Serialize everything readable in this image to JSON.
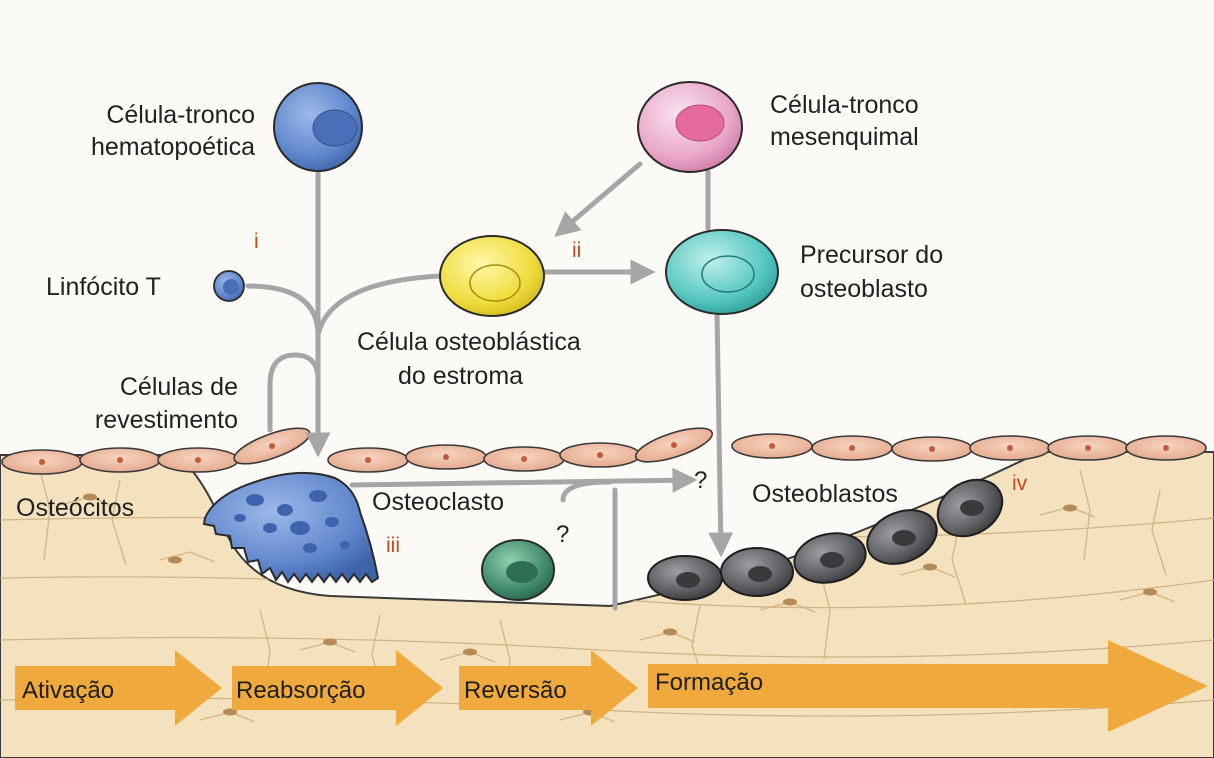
{
  "labels": {
    "hsc_line1": "Célula-tronco",
    "hsc_line2": "hematopoética",
    "msc_line1": "Célula-tronco",
    "msc_line2": "mesenquimal",
    "tcell": "Linfócito T",
    "stromal_line1": "Célula osteoblástica",
    "stromal_line2": "do estroma",
    "precursor_line1": "Precursor do",
    "precursor_line2": "osteoblasto",
    "lining_line1": "Células de",
    "lining_line2": "revestimento",
    "osteocytes": "Osteócitos",
    "osteoclast": "Osteoclasto",
    "osteoblasts": "Osteoblastos"
  },
  "markers": {
    "i": "i",
    "ii": "ii",
    "iii": "iii",
    "iv": "iv",
    "question": "?"
  },
  "phases": [
    "Ativação",
    "Reabsorção",
    "Reversão",
    "Formação"
  ],
  "colors": {
    "hsc": "#5f86cc",
    "msc": "#e8a6c8",
    "stromal": "#f0dc3c",
    "precursor": "#54c6bf",
    "osteoclast": "#5a79c4",
    "reversal_cell": "#3f8a6a",
    "osteoblast": "#5a5a5e",
    "lining_cell": "#eab49a",
    "bone": "#f3e2bd",
    "arrow": "#a6a6a6",
    "phase_arrow": "#f0a93c",
    "roman_numeral": "#c8481e"
  }
}
